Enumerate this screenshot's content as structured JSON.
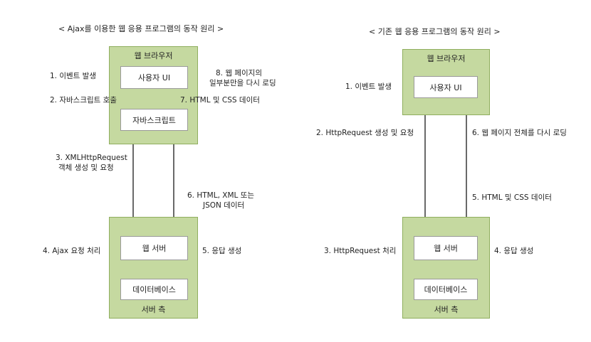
{
  "left": {
    "title": "< Ajax를 이용한 웹 응용 프로그램의 동작 원리 >",
    "browser_label": "웹 브라우저",
    "user_ui": "사용자 UI",
    "javascript": "자바스크립트",
    "server_label": "서버 측",
    "web_server": "웹 서버",
    "database": "데이터베이스",
    "steps": {
      "s1": "1. 이벤트 발생",
      "s2": "2. 자바스크립트 호출",
      "s3_line1": "3. XMLHttpRequest",
      "s3_line2": "객체 생성 및 요청",
      "s4": "4. Ajax 요청 처리",
      "s5": "5. 응답 생성",
      "s6_line1": "6. HTML, XML 또는",
      "s6_line2": "JSON 데이터",
      "s7": "7. HTML 및 CSS 데이터",
      "s8_line1": "8. 웹 페이지의",
      "s8_line2": "일부분만을 다시 로딩"
    }
  },
  "right": {
    "title": "< 기존 웹 응용 프로그램의 동작 원리 >",
    "browser_label": "웹 브라우저",
    "user_ui": "사용자 UI",
    "server_label": "서버 측",
    "web_server": "웹 서버",
    "database": "데이터베이스",
    "steps": {
      "s1": "1. 이벤트 발생",
      "s2": "2. HttpRequest 생성 및 요청",
      "s3": "3. HttpRequest 처리",
      "s4": "4. 응답 생성",
      "s5": "5. HTML 및 CSS 데이터",
      "s6": "6. 웹 페이지 전체를 다시 로딩"
    }
  }
}
